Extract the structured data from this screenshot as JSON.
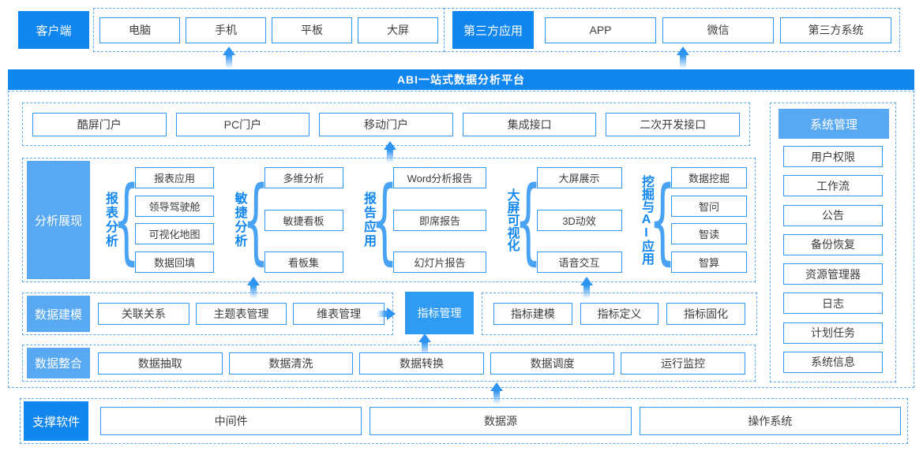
{
  "top": {
    "client": {
      "label": "客户端",
      "items": [
        "电脑",
        "手机",
        "平板",
        "大屏"
      ]
    },
    "third_party": {
      "label": "第三方应用",
      "items": [
        "APP",
        "微信",
        "第三方系统"
      ]
    }
  },
  "banner": {
    "title": "ABI一站式数据分析平台"
  },
  "portal": {
    "items": [
      "酷屏门户",
      "PC门户",
      "移动门户",
      "集成接口",
      "二次开发接口"
    ]
  },
  "analysis": {
    "label": "分析展现",
    "groups": [
      {
        "name": "报表分析",
        "items": [
          "报表应用",
          "领导驾驶舱",
          "可视化地图",
          "数据回填"
        ]
      },
      {
        "name": "敏捷分析",
        "items": [
          "多维分析",
          "敏捷看板",
          "看板集"
        ]
      },
      {
        "name": "报告应用",
        "items": [
          "Word分析报告",
          "即席报告",
          "幻灯片报告"
        ]
      },
      {
        "name": "大屏可视化",
        "items": [
          "大屏展示",
          "3D动效",
          "语音交互"
        ]
      },
      {
        "name": "挖掘与AI应用",
        "items": [
          "数据挖掘",
          "智问",
          "智读",
          "智算"
        ]
      }
    ]
  },
  "modeling": {
    "label": "数据建模",
    "items": [
      "关联关系",
      "主题表管理",
      "维表管理"
    ],
    "highlight": "指标管理",
    "metric_items": [
      "指标建模",
      "指标定义",
      "指标固化"
    ]
  },
  "integration": {
    "label": "数据整合",
    "items": [
      "数据抽取",
      "数据清洗",
      "数据转换",
      "数据调度",
      "运行监控"
    ]
  },
  "sysmgmt": {
    "header": "系统管理",
    "items": [
      "用户权限",
      "工作流",
      "公告",
      "备份恢复",
      "资源管理器",
      "日志",
      "计划任务",
      "系统信息"
    ]
  },
  "support": {
    "label": "支撑软件",
    "items": [
      "中间件",
      "数据源",
      "操作系统"
    ]
  },
  "ui": {
    "brace_glyph": "{"
  },
  "colors": {
    "primary_blue": "#1186ee",
    "secondary_blue": "#58a9f2",
    "highlight_blue": "#2f9bf3",
    "box_border_blue": "#2d93f0",
    "dashed_blue": "#5aabf5",
    "arrow_blue": "#2e94f2",
    "text_dark": "#3d3d3d"
  }
}
